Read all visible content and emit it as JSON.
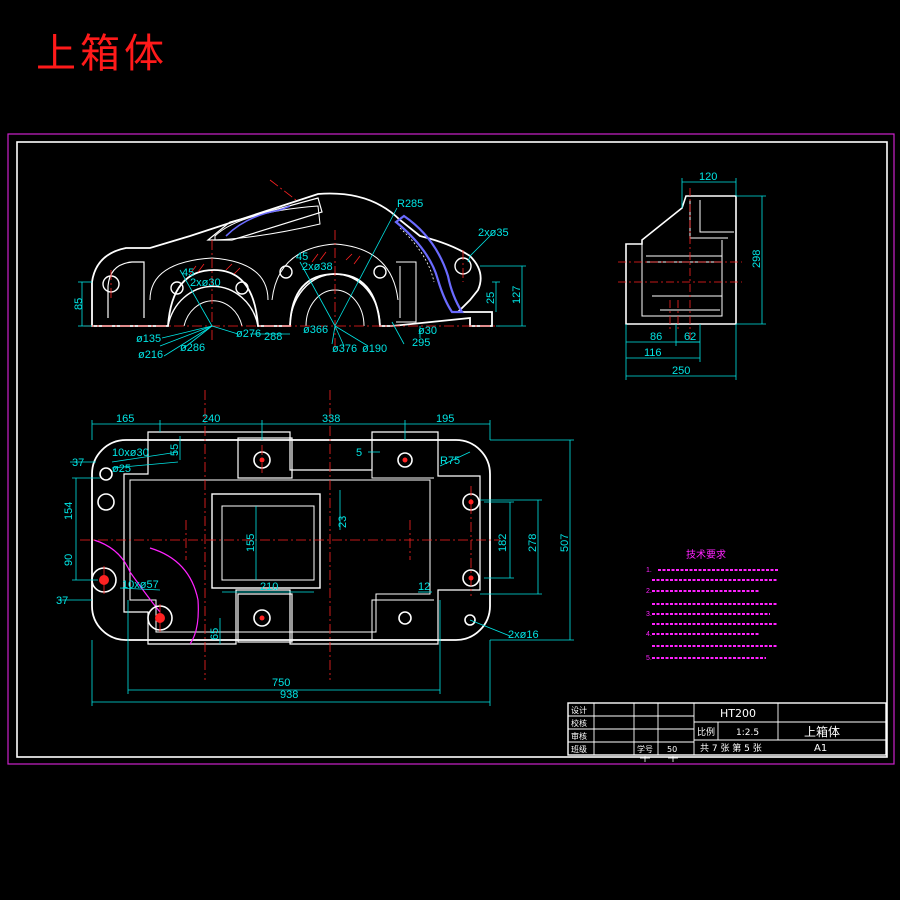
{
  "page_title": "上箱体",
  "colors": {
    "background": "#000000",
    "frame": "#ffffff",
    "outer_frame": "#cc22cc",
    "dimension": "#00e5e5",
    "centerline": "#ff2222",
    "hatch": "#ff2222",
    "notes": "#ff22ff",
    "outline": "#ffffff",
    "title": "#ff1a1a",
    "highlight": "#6b6bff"
  },
  "front_view": {
    "labels": {
      "r285": "R285",
      "holes_35": "2xø35",
      "d366": "ø366",
      "d376": "ø376",
      "d190": "ø190",
      "d30b": "ø30",
      "d276": "ø276",
      "d288": "288",
      "d135": "ø135",
      "d216": "ø216",
      "d286": "ø286",
      "holes_30": "2xø30",
      "holes_38": "2xø38",
      "a45a": "45",
      "a45b": "45",
      "h85": "85",
      "h25": "25",
      "h127": "127",
      "w295": "295"
    }
  },
  "side_view": {
    "labels": {
      "top120": "120",
      "h298": "298",
      "w86": "86",
      "w62": "62",
      "w116": "116",
      "w250": "250"
    }
  },
  "top_view": {
    "labels": {
      "d165": "165",
      "d240": "240",
      "d338": "338",
      "d195": "195",
      "r75": "R75",
      "v5": "5",
      "h37a": "37",
      "h37b": "37",
      "v154": "154",
      "v90": "90",
      "holes_30": "10xø30",
      "hole_25": "ø25",
      "holes_57": "10xø57",
      "v23": "23",
      "v155": "155",
      "w210": "210",
      "v182": "182",
      "v278": "278",
      "v507": "507",
      "v12": "12",
      "holes_16": "2xø16",
      "v65": "65",
      "w750": "750",
      "w938": "938",
      "s55": "55"
    }
  },
  "notes": {
    "heading": "技术要求",
    "lines": [
      "1.",
      "",
      "2.",
      "",
      "3.",
      "",
      "4.",
      "",
      "5."
    ]
  },
  "title_block": {
    "material": "HT200",
    "scale_label": "比例",
    "scale_value": "1:2.5",
    "part_name": "上箱体",
    "sheet_info": "共 7 张 第 5 张",
    "sheet_size": "A1",
    "row_designer": "设计",
    "row_checker": "校核",
    "row_review": "审核",
    "row_class": "班级",
    "row_number_label": "学号",
    "row_number_value": "50"
  }
}
